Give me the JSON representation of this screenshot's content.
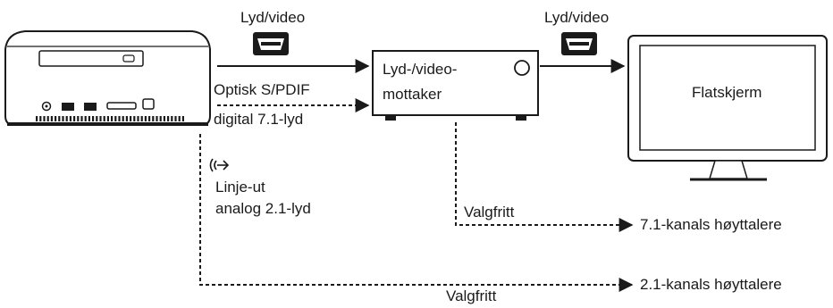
{
  "labels": {
    "hdmi_in": "Lyd/video",
    "hdmi_out": "Lyd/video",
    "optical_1": "Optisk S/PDIF",
    "optical_2": "digital 7.1-lyd",
    "line_out_1": "Linje-ut",
    "line_out_2": "analog 2.1-lyd",
    "optional_top": "Valgfritt",
    "optional_bottom": "Valgfritt",
    "speakers_71": "7.1-kanals høyttalere",
    "speakers_21": "2.1-kanals høyttalere",
    "hdmi_logo": "HDMI"
  },
  "devices": {
    "receiver_line1": "Lyd-/video-",
    "receiver_line2": "mottaker",
    "monitor": "Flatskjerm"
  },
  "icons": {
    "line_out_icon": "audio-line-out-icon"
  },
  "colors": {
    "stroke": "#1a1a1a",
    "device_fill": "#ffffff"
  }
}
